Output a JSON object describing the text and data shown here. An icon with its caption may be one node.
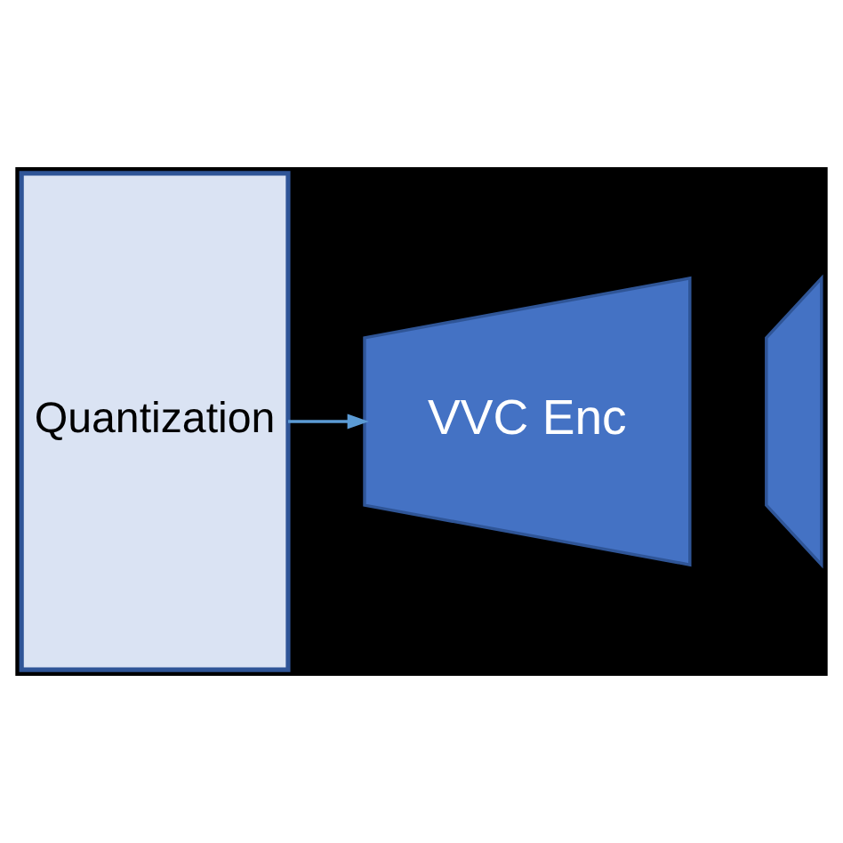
{
  "diagram": {
    "nodes": [
      {
        "text": [
          "Quantization"
        ]
      },
      {
        "text": [
          "VVC Enc"
        ]
      },
      {
        "text": [],
        "shape": "trapezoid"
      }
    ],
    "edges": [
      {
        "from": 0,
        "to": 1,
        "arrow": "to"
      }
    ]
  }
}
